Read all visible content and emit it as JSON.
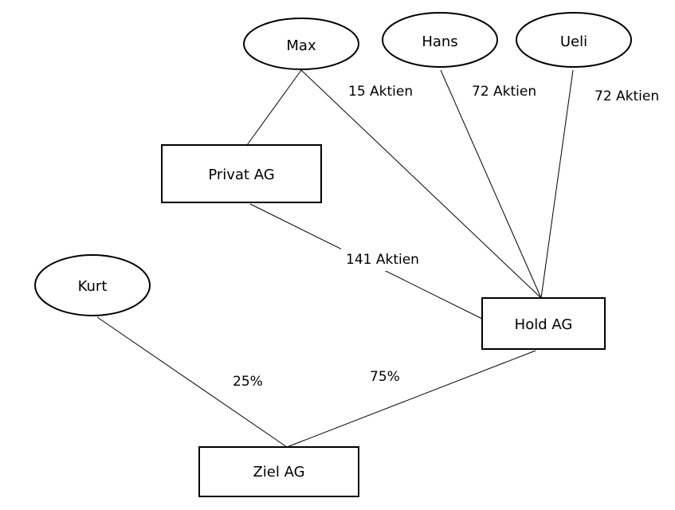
{
  "persons": {
    "max": "Max",
    "hans": "Hans",
    "ueli": "Ueli",
    "kurt": "Kurt"
  },
  "companies": {
    "privat": "Privat AG",
    "hold": "Hold AG",
    "ziel": "Ziel AG"
  },
  "holdings": {
    "max_hold": "15 Aktien",
    "hans_hold": "72 Aktien",
    "ueli_hold": "72 Aktien",
    "privat_hold": "141 Aktien",
    "kurt_ziel": "25%",
    "hold_ziel": "75%"
  }
}
